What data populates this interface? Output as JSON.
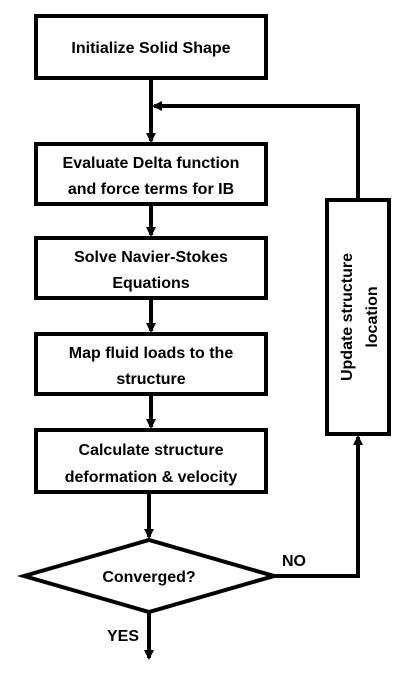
{
  "diagram": {
    "nodes": {
      "init": {
        "lines": [
          "Initialize Solid Shape"
        ]
      },
      "delta": {
        "lines": [
          "Evaluate Delta function",
          "and force terms for IB"
        ]
      },
      "navier": {
        "lines": [
          "Solve Navier-Stokes",
          "Equations"
        ]
      },
      "map": {
        "lines": [
          "Map fluid loads to the",
          "structure"
        ]
      },
      "calc": {
        "lines": [
          "Calculate structure",
          "deformation & velocity"
        ]
      },
      "converged": {
        "lines": [
          "Converged?"
        ]
      },
      "update": {
        "lines": [
          "Update structure",
          "location"
        ]
      }
    },
    "edges": {
      "no_label": "NO",
      "yes_label": "YES"
    },
    "colors": {
      "stroke": "#000000",
      "fill": "#ffffff"
    }
  }
}
